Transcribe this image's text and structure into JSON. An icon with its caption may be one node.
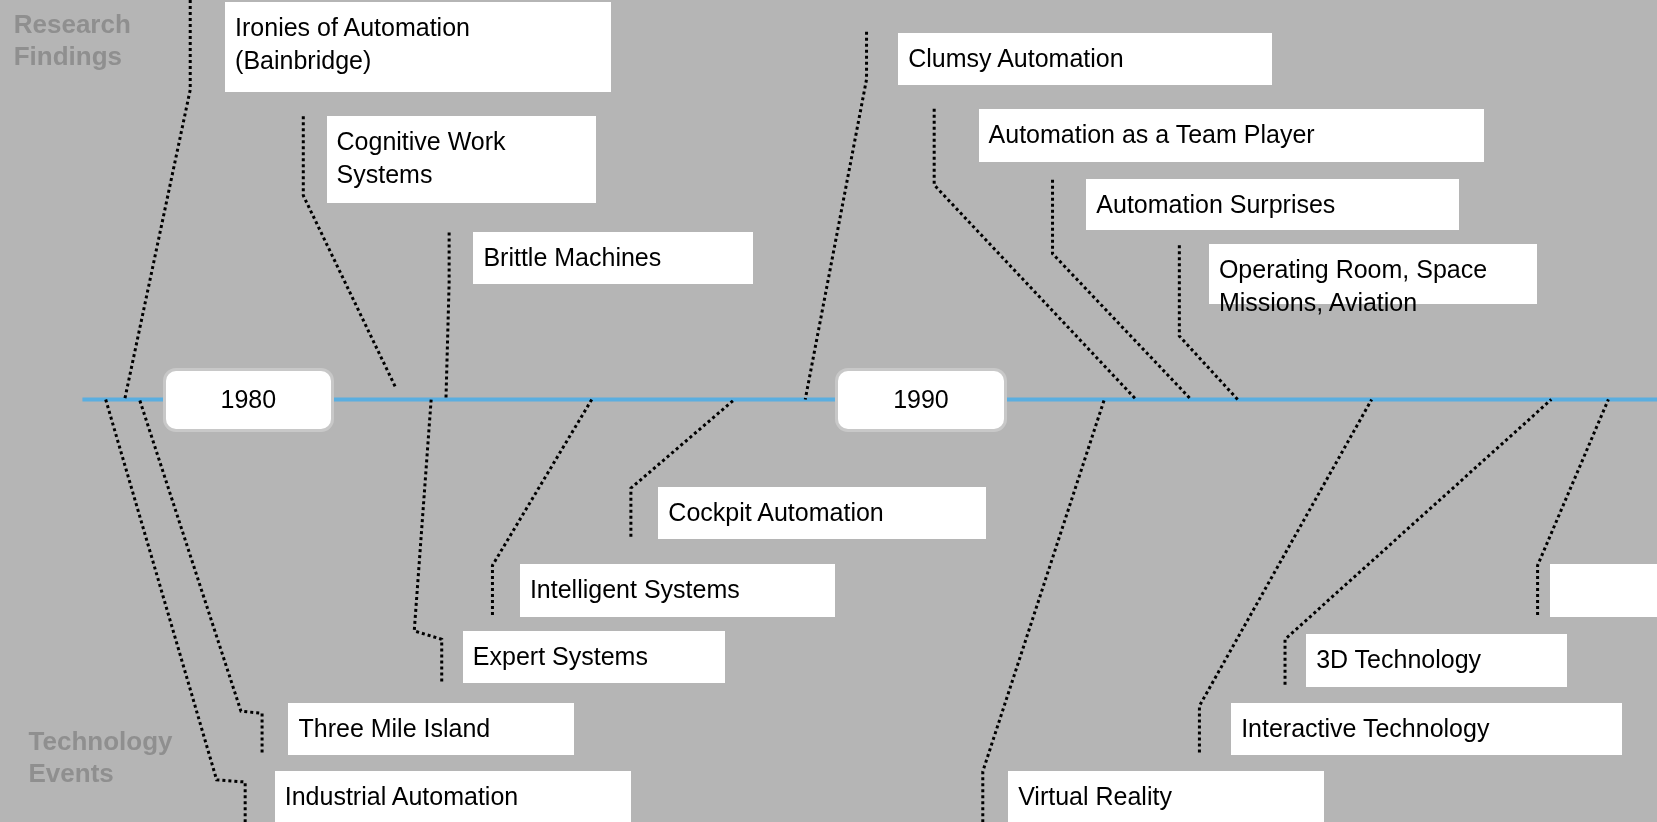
{
  "diagram": {
    "nodes": [
      {
        "text": [
          "Ironies of Automation (Bainbridge)"
        ]
      },
      {
        "text": [
          "Clumsy Automation"
        ]
      },
      {
        "text": [
          "Cognitive Work Systems"
        ]
      },
      {
        "text": [
          "Automation as a Team Player"
        ]
      },
      {
        "text": [
          "Automation Surprises"
        ]
      },
      {
        "text": [
          "Brittle Machines"
        ]
      },
      {
        "text": [
          "Operating Room, Space Missions, Aviation"
        ]
      },
      {
        "text": [
          "1980"
        ]
      },
      {
        "text": [
          "1990"
        ]
      },
      {
        "text": [
          "Cockpit Automation"
        ]
      },
      {
        "text": [
          "Intelligent Systems"
        ]
      },
      {
        "text": [],
        "shape": "box"
      },
      {
        "text": [
          "Expert Systems"
        ]
      },
      {
        "text": [
          "3D Technology"
        ]
      },
      {
        "text": [
          "Three Mile Island"
        ]
      },
      {
        "text": [
          "Interactive Technology"
        ]
      },
      {
        "text": [
          "Industrial Automation"
        ]
      },
      {
        "text": [
          "Virtual Reality"
        ]
      }
    ],
    "edges": [
      {
        "from": 0,
        "to": null,
        "arrow": "none"
      },
      {
        "from": 1,
        "to": null,
        "arrow": "none"
      },
      {
        "from": 2,
        "to": null,
        "arrow": "none"
      },
      {
        "from": 3,
        "to": null,
        "arrow": "none"
      },
      {
        "from": 4,
        "to": null,
        "arrow": "none"
      },
      {
        "from": 5,
        "to": null,
        "arrow": "none"
      },
      {
        "from": 6,
        "to": null,
        "arrow": "none"
      },
      {
        "from": 9,
        "to": null,
        "arrow": "none"
      },
      {
        "from": 10,
        "to": null,
        "arrow": "none"
      },
      {
        "from": 11,
        "to": null,
        "arrow": "none"
      },
      {
        "from": 12,
        "to": null,
        "arrow": "none"
      },
      {
        "from": 13,
        "to": null,
        "arrow": "none"
      },
      {
        "from": 14,
        "to": null,
        "arrow": "none"
      },
      {
        "from": 15,
        "to": null,
        "arrow": "none"
      },
      {
        "from": 16,
        "to": null,
        "arrow": "none"
      },
      {
        "from": 17,
        "to": null,
        "arrow": "none"
      }
    ],
    "labels": [
      "Research Findings",
      "Technology Events"
    ]
  }
}
